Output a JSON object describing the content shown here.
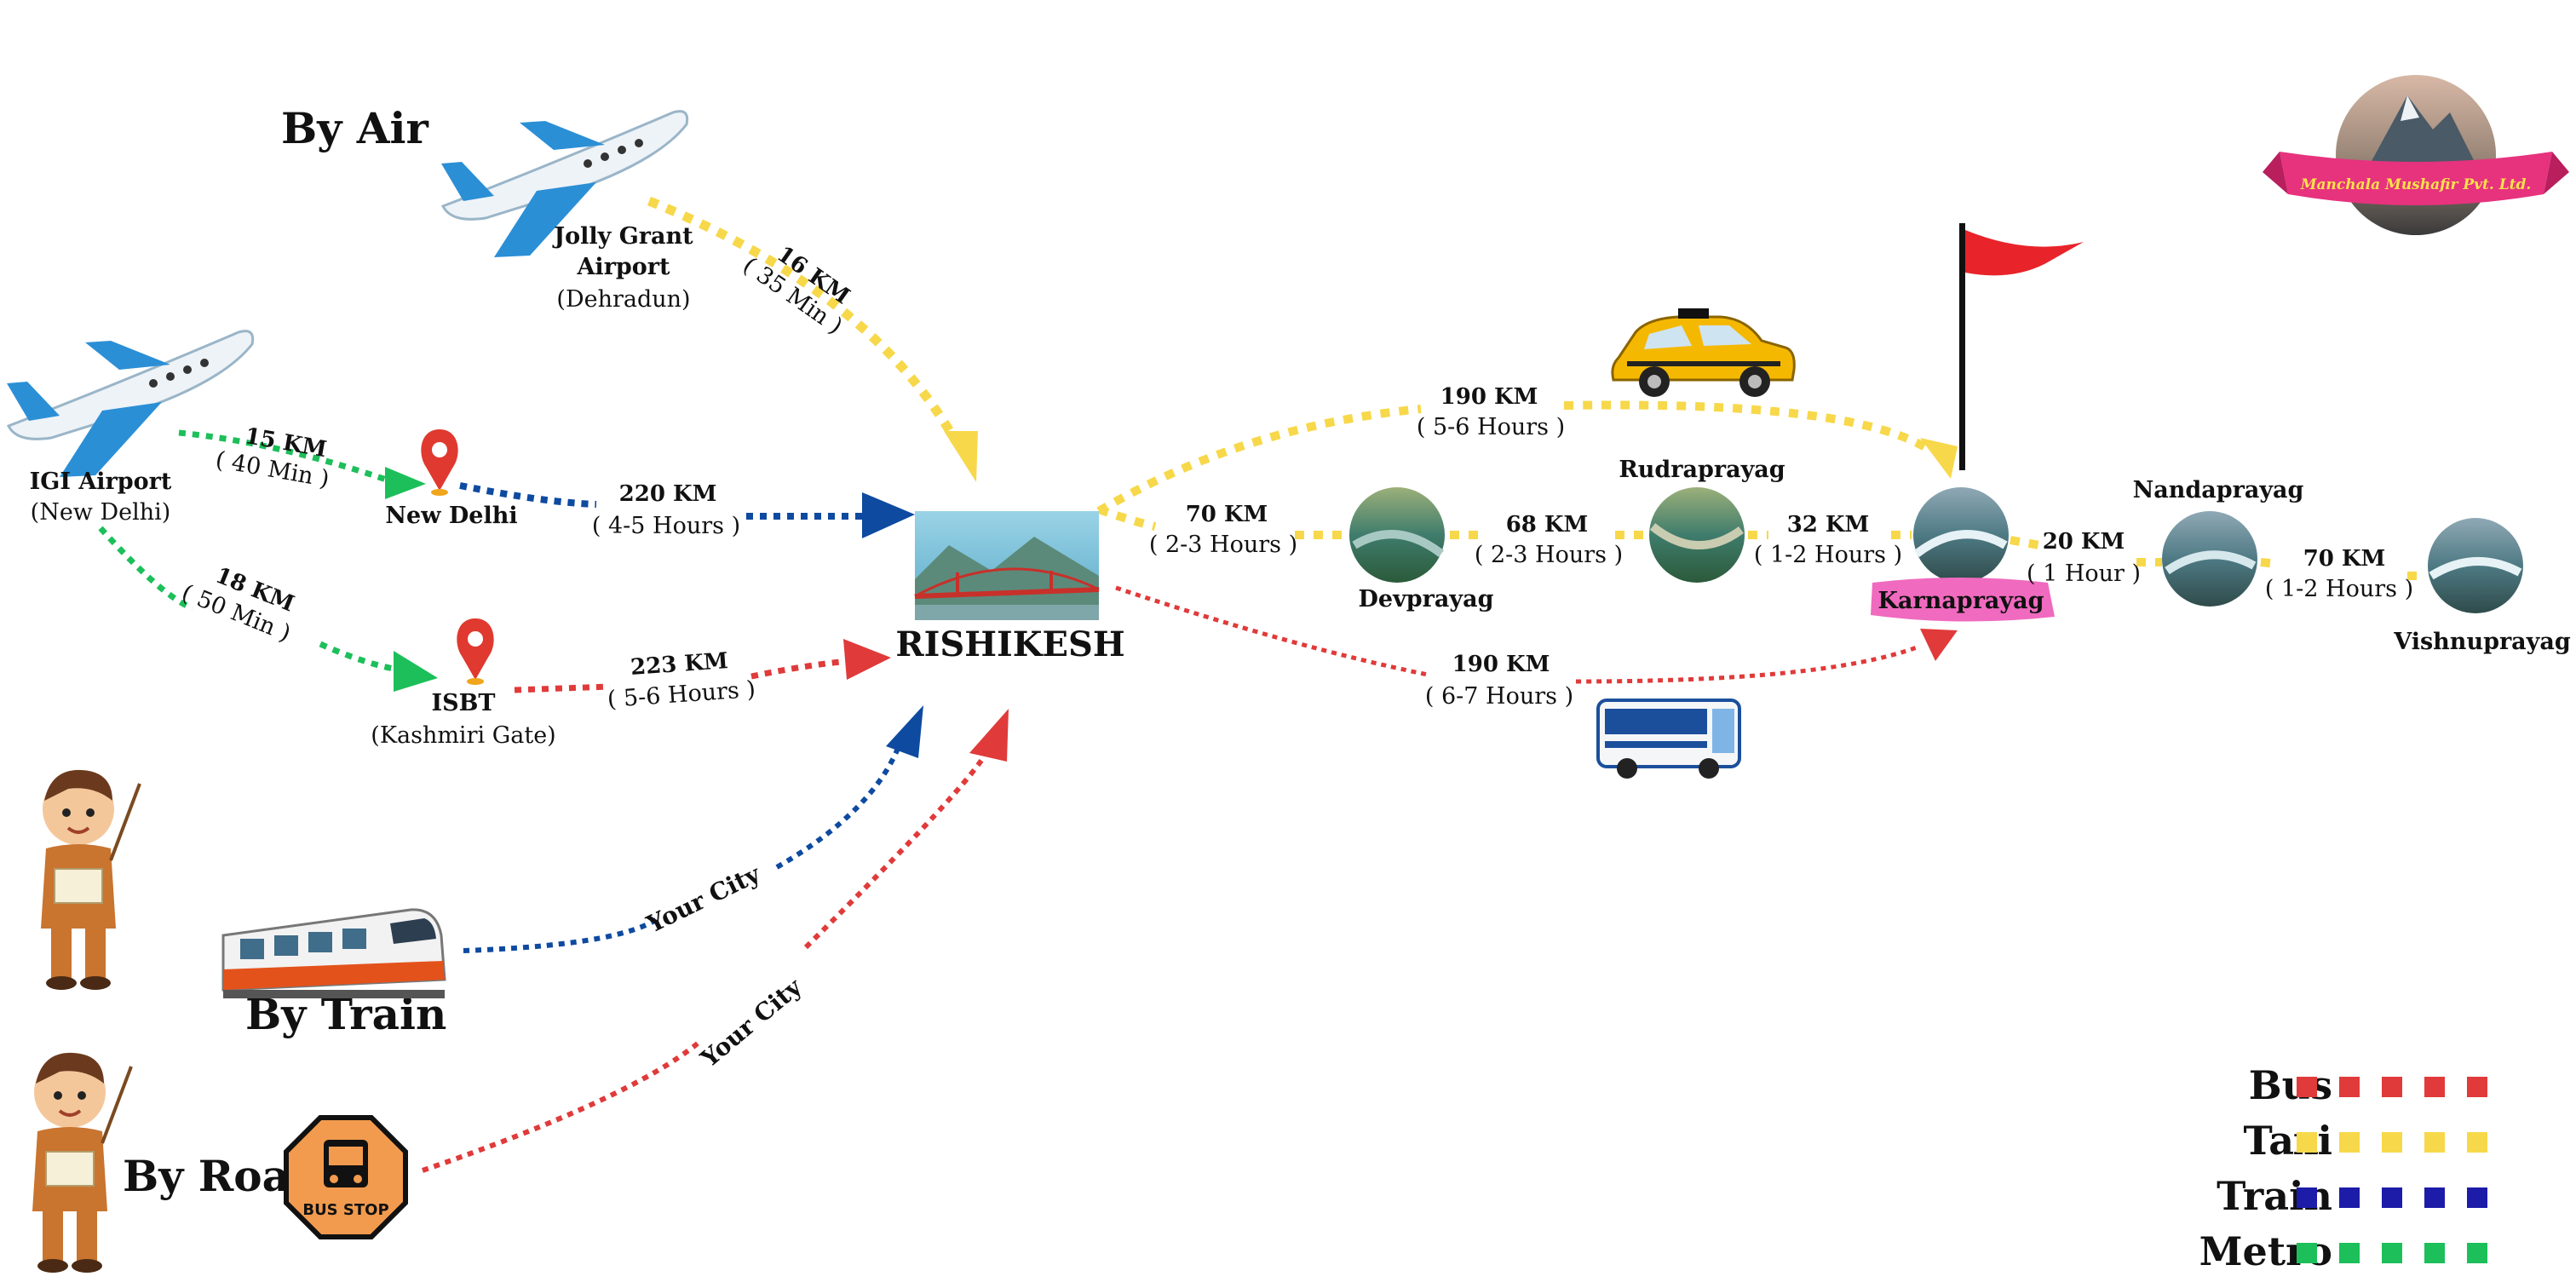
{
  "headings": {
    "air": "By Air",
    "train": "By Train",
    "road": "By Road"
  },
  "hub": {
    "label": "RISHIKESH"
  },
  "places": {
    "jolly_grant": {
      "line1": "Jolly Grant",
      "line2": "Airport",
      "sub": "(Dehradun)"
    },
    "igi": {
      "name": "IGI Airport",
      "sub": "(New Delhi)"
    },
    "new_delhi": {
      "name": "New Delhi"
    },
    "isbt": {
      "name": "ISBT",
      "sub": "(Kashmiri Gate)"
    },
    "devprayag": "Devprayag",
    "rudraprayag": "Rudraprayag",
    "karnaprayag": "Karnaprayag",
    "nandaprayag": "Nandaprayag",
    "vishnuprayag": "Vishnuprayag"
  },
  "routes": {
    "jolly_rishikesh": {
      "dist": "16 KM",
      "time": "( 35 Min )"
    },
    "igi_newdelhi": {
      "dist": "15 KM",
      "time": "( 40 Min )"
    },
    "newdelhi_rishikesh": {
      "dist": "220 KM",
      "time": "( 4-5 Hours )"
    },
    "igi_isbt": {
      "dist": "18 KM",
      "time": "( 50 Min )"
    },
    "isbt_rishikesh": {
      "dist": "223 KM",
      "time": "( 5-6 Hours )"
    },
    "train_city": "Your City",
    "road_city": "Your City",
    "taxi_karnaprayag": {
      "dist": "190 KM",
      "time": "( 5-6 Hours )"
    },
    "bus_karnaprayag": {
      "dist": "190 KM",
      "time": "( 6-7 Hours )"
    },
    "rishikesh_devprayag": {
      "dist": "70 KM",
      "time": "( 2-3 Hours )"
    },
    "devprayag_rudraprayag": {
      "dist": "68 KM",
      "time": "( 2-3 Hours )"
    },
    "rudraprayag_karnaprayag": {
      "dist": "32 KM",
      "time": "( 1-2 Hours )"
    },
    "karnaprayag_nandaprayag": {
      "dist": "20 KM",
      "time": "( 1 Hour )"
    },
    "nandaprayag_vishnuprayag": {
      "dist": "70 KM",
      "time": "( 1-2 Hours )"
    }
  },
  "bus_stop": {
    "text": "BUS STOP"
  },
  "logo": {
    "text": "Manchala Mushafir Pvt. Ltd."
  },
  "legend": [
    {
      "label": "Bus",
      "color": "#e03a3a"
    },
    {
      "label": "Taxi",
      "color": "#f7d84a"
    },
    {
      "label": "Train",
      "color": "#1c1ca8"
    },
    {
      "label": "Metro",
      "color": "#1cbf5a"
    }
  ],
  "colors": {
    "bus": "#e03a3a",
    "taxi": "#f7d84a",
    "train": "#0e4aa0",
    "metro": "#1cbf5a",
    "pin": "#e0392f",
    "flag": "#e8232a",
    "karnaprayag_highlight": "#f06abf"
  },
  "icons": [
    "airplane-icon",
    "map-pin-icon",
    "taxi-icon",
    "bus-icon",
    "train-icon",
    "teacher-icon",
    "flag-icon",
    "bus-stop-icon",
    "river-photo",
    "bridge-photo",
    "logo-badge"
  ]
}
